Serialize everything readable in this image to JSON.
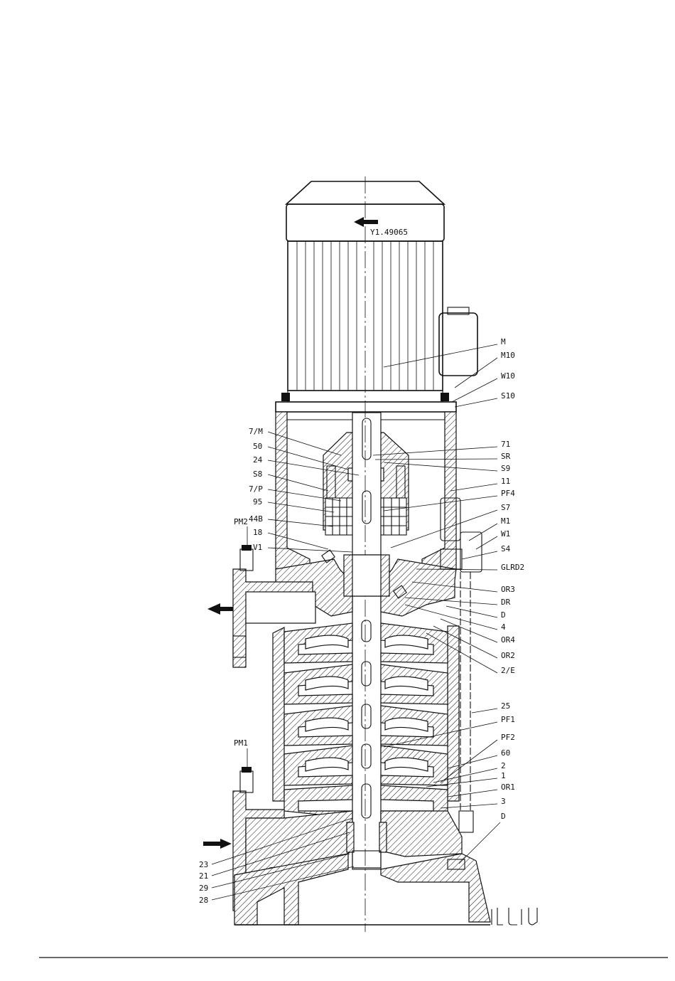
{
  "drawing": {
    "code": "Y1.49065",
    "labels_right": [
      "M",
      "M10",
      "W10",
      "S10",
      "71",
      "SR",
      "S9",
      "11",
      "PF4",
      "S7",
      "M1",
      "W1",
      "S4",
      "GLRD2",
      "OR3",
      "DR",
      "D",
      "4",
      "OR4",
      "OR2",
      "2/E",
      "25",
      "PF1",
      "PF2",
      "60",
      "2",
      "1",
      "OR1",
      "3",
      "D"
    ],
    "labels_left": [
      "7/M",
      "50",
      "24",
      "S8",
      "7/P",
      "95",
      "44B",
      "18",
      "V1"
    ],
    "labels_bottom_left": [
      "23",
      "21",
      "29",
      "28"
    ],
    "pressure_ports": [
      "PM2",
      "PM1"
    ]
  }
}
